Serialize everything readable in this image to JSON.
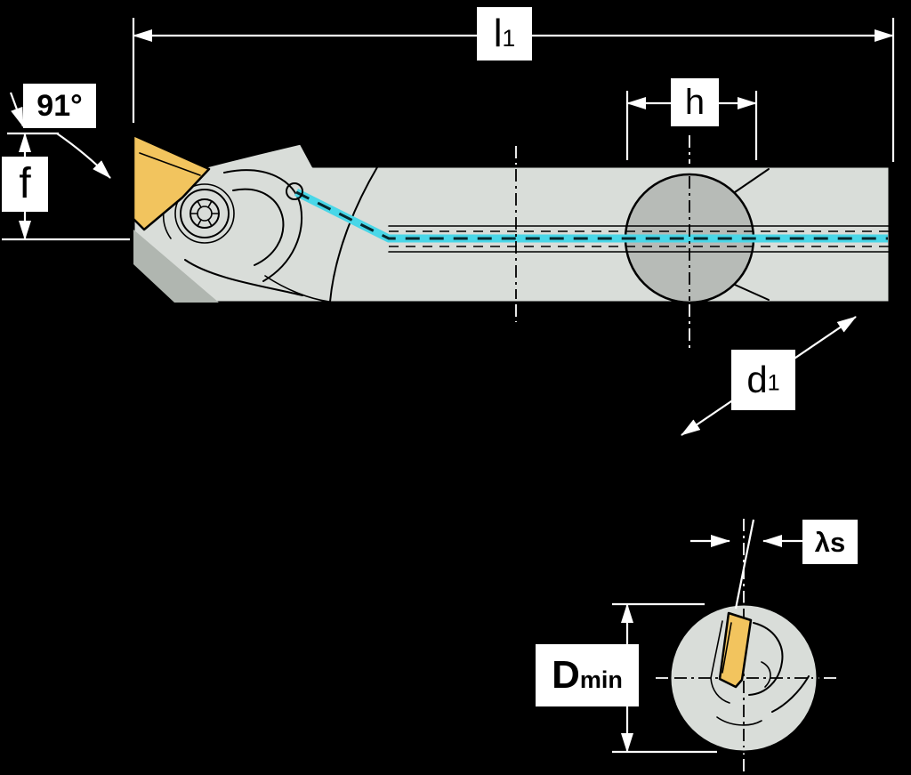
{
  "figure": {
    "type": "technical-drawing",
    "description": "Boring bar tool holder with indexable insert: side view with dimensions and end (cross-section) view"
  },
  "dimensions": {
    "l1": {
      "base": "l",
      "sub": "1"
    },
    "h": {
      "base": "h"
    },
    "angle": {
      "base": "91°"
    },
    "f": {
      "base": "f"
    },
    "d1": {
      "base": "d",
      "sub": "1"
    },
    "lambda_s": {
      "base": "λs"
    },
    "d_min": {
      "base": "D",
      "sub": "min"
    }
  },
  "colors": {
    "background": "#000000",
    "body": "#d9ddd9",
    "shade": "#b0b6b0",
    "insert": "#f2c45e",
    "centerline": "#49d7e8",
    "circle": "#b7bbb7",
    "label_bg": "#ffffff",
    "label_text": "#000000",
    "dimension_line": "#ffffff",
    "outline": "#000000"
  }
}
